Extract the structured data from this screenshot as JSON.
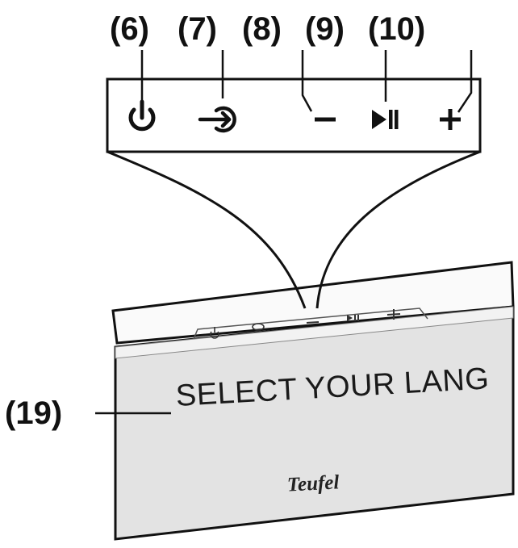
{
  "callouts": {
    "c6": "(6)",
    "c7": "(7)",
    "c8": "(8)",
    "c9": "(9)",
    "c10": "(10)",
    "c19": "(19)"
  },
  "panel_icons": [
    "power-icon",
    "source-input-icon",
    "minus-icon",
    "play-pause-icon",
    "plus-icon"
  ],
  "display": {
    "text": "SELECT YOUR LANG"
  },
  "brand": {
    "logo": "Teufel"
  }
}
